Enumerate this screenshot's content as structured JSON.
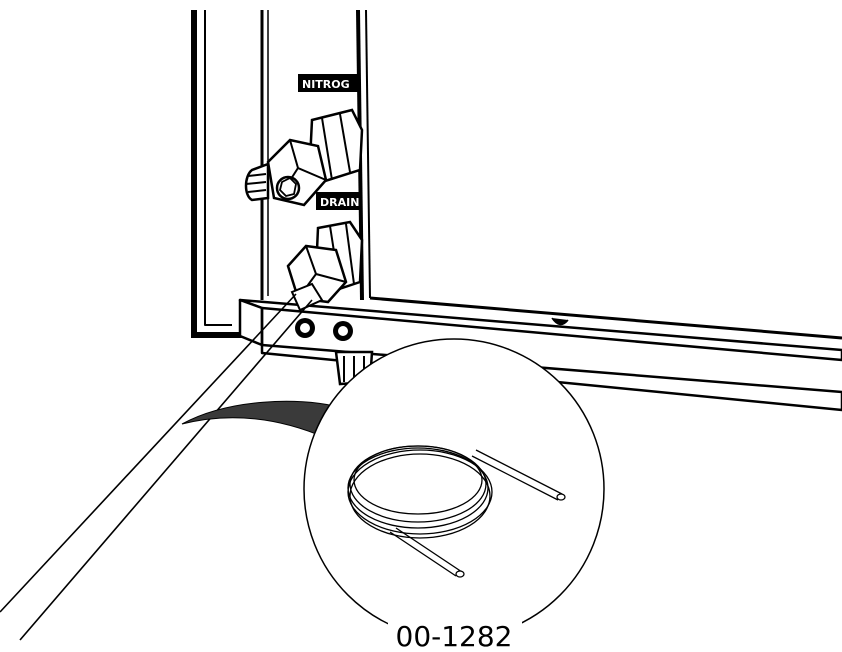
{
  "labels": {
    "nitrogen_port": "NITROG",
    "drain_port": "DRAIN",
    "part_number": "00-1282"
  },
  "colors": {
    "line": "#000000",
    "fill": "#ffffff",
    "shadow": "#3a3a3a"
  },
  "icons": {
    "nitrogen_fitting": "hex-fitting-icon",
    "drain_fitting": "hex-fitting-icon",
    "tubing_coil": "coiled-tubing-icon"
  }
}
